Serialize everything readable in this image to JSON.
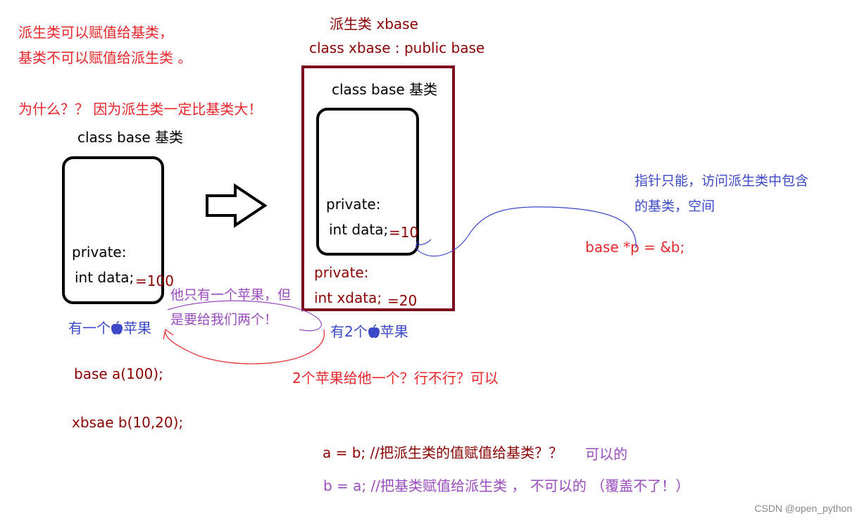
{
  "notes": {
    "line1": "派生类可以赋值给基类，",
    "line2": "基类不可以赋值给派生类 。",
    "line3": "为什么？？ 因为派生类一定比基类大！"
  },
  "left_box": {
    "title": "class base 基类",
    "private_label": "private:",
    "field": "int data;",
    "value": "=100",
    "apple_text_pre": "有一个",
    "apple_text_post": "苹果"
  },
  "right_box": {
    "title": "派生类 xbase",
    "subtitle": "class xbase : public  base",
    "inner_title": "class base 基类",
    "private_label": "private:",
    "field": "int data;",
    "value": "=10",
    "outer_private_label": "private:",
    "outer_field": "int  xdata;",
    "outer_value": "=20",
    "apple_text_pre": "有2个",
    "apple_text_post": "苹果"
  },
  "pointer": {
    "note_line1": "指针只能，访问派生类中包含",
    "note_line2": "的基类，空间",
    "code": "base *p  = &b;"
  },
  "dialog": {
    "line1": "他只有一个苹果，但",
    "line2": "是要给我们两个！",
    "question": "2个苹果给他一个？行不行？可以"
  },
  "code": {
    "decl_a": "base  a(100);",
    "decl_b": "xbsae b(10,20);",
    "assign1": "a = b;  //把派生类的值赋值给基类？？",
    "assign1_comment": "可以的",
    "assign2": "b = a; //把基类赋值给派生类  ，  不可以的  （覆盖不了！）"
  },
  "watermark": "CSDN @open_python",
  "colors": {
    "red": "#e8262a",
    "dark_red": "#8b0000",
    "blue": "#3b48c8",
    "purple": "#9a4cbf",
    "outer_border": "#7b0a1e"
  },
  "icons": [
    "apple-icon",
    "right-arrow-icon"
  ]
}
